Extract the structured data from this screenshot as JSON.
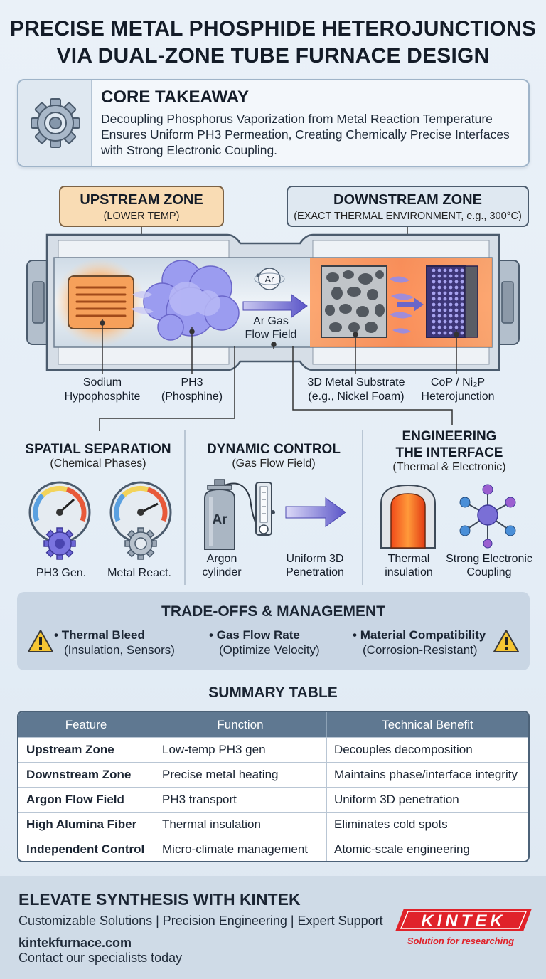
{
  "title": {
    "line1": "PRECISE METAL PHOSPHIDE HETEROJUNCTIONS",
    "line2": "VIA DUAL-ZONE TUBE FURNACE DESIGN"
  },
  "core": {
    "title": "CORE TAKEAWAY",
    "text": "Decoupling Phosphorus Vaporization from Metal Reaction Temperature Ensures Uniform PH3 Permeation, Creating Chemically Precise Interfaces with Strong Electronic Coupling.",
    "icon": "gear-icon"
  },
  "zones": {
    "upstream": {
      "title": "UPSTREAM ZONE",
      "sub": "(LOWER TEMP)"
    },
    "downstream": {
      "title": "DOWNSTREAM ZONE",
      "sub": "(EXACT THERMAL ENVIRONMENT, e.g., 300°C)"
    }
  },
  "furnace": {
    "ar_badge": "Ar",
    "flow_label_1": "Ar Gas",
    "flow_label_2": "Flow Field",
    "labels": [
      {
        "line1": "Sodium",
        "line2": "Hypophosphite"
      },
      {
        "line1": "PH3",
        "line2": "(Phosphine)"
      },
      {
        "line1": "3D Metal Substrate",
        "line2": "(e.g., Nickel Foam)"
      },
      {
        "line1": "CoP / Ni₂P",
        "line2": "Heterojunction"
      }
    ]
  },
  "sections": {
    "spatial": {
      "title": "SPATIAL SEPARATION",
      "sub": "(Chemical Phases)",
      "captions": [
        "PH3 Gen.",
        "Metal React."
      ]
    },
    "dynamic": {
      "title": "DYNAMIC CONTROL",
      "sub": "(Gas Flow Field)",
      "cylinder_label": "Ar",
      "captions": [
        {
          "line1": "Argon",
          "line2": "cylinder"
        },
        {
          "line1": "Uniform 3D",
          "line2": "Penetration"
        }
      ]
    },
    "interface": {
      "title_line1": "ENGINEERING",
      "title_line2": "THE INTERFACE",
      "sub": "(Thermal & Electronic)",
      "captions": [
        {
          "line1": "Thermal",
          "line2": "insulation"
        },
        {
          "line1": "Strong Electronic",
          "line2": "Coupling"
        }
      ]
    }
  },
  "tradeoffs": {
    "title": "TRADE-OFFS & MANAGEMENT",
    "items": [
      {
        "head": "Thermal Bleed",
        "sub": "(Insulation, Sensors)"
      },
      {
        "head": "Gas Flow Rate",
        "sub": "(Optimize Velocity)"
      },
      {
        "head": "Material Compatibility",
        "sub": "(Corrosion-Resistant)"
      }
    ],
    "icon": "warning-icon"
  },
  "summary": {
    "title": "SUMMARY TABLE",
    "headers": [
      "Feature",
      "Function",
      "Technical Benefit"
    ],
    "rows": [
      [
        "Upstream Zone",
        "Low-temp PH3 gen",
        "Decouples decomposition"
      ],
      [
        "Downstream Zone",
        "Precise metal heating",
        "Maintains phase/interface integrity"
      ],
      [
        "Argon Flow Field",
        "PH3 transport",
        "Uniform 3D penetration"
      ],
      [
        "High Alumina Fiber",
        "Thermal insulation",
        "Eliminates cold spots"
      ],
      [
        "Independent Control",
        "Micro-climate management",
        "Atomic-scale engineering"
      ]
    ]
  },
  "footer": {
    "title": "ELEVATE SYNTHESIS WITH KINTEK",
    "tagline": "Customizable Solutions | Precision Engineering | Expert Support",
    "url": "kintekfurnace.com",
    "cta": "Contact our specialists today",
    "logo_text": "KINTEK",
    "logo_slogan": "Solution for researching",
    "brand_color": "#e0222a"
  }
}
